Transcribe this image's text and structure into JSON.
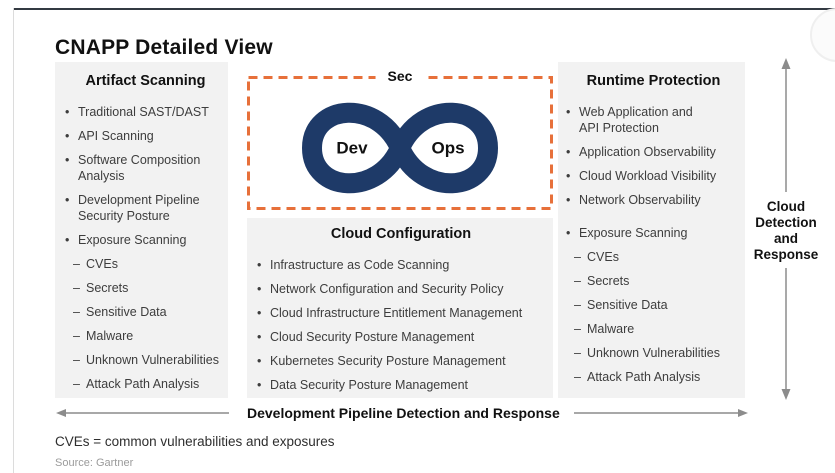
{
  "title": "CNAPP Detailed View",
  "devops": {
    "sec": "Sec",
    "dev": "Dev",
    "ops": "Ops"
  },
  "columns": {
    "artifact_scanning": {
      "title": "Artifact Scanning",
      "items": [
        "Traditional SAST/DAST",
        "API Scanning",
        "Software Composition Analysis",
        "Development Pipeline Security Posture",
        "Exposure Scanning"
      ],
      "sub_items": [
        "CVEs",
        "Secrets",
        "Sensitive Data",
        "Malware",
        "Unknown Vulnerabilities",
        "Attack Path Analysis"
      ]
    },
    "cloud_configuration": {
      "title": "Cloud Configuration",
      "items": [
        "Infrastructure as Code Scanning",
        "Network Configuration and Security Policy",
        "Cloud Infrastructure Entitlement Management",
        "Cloud Security Posture Management",
        "Kubernetes Security Posture Management",
        "Data Security Posture Management"
      ]
    },
    "runtime_protection": {
      "title": "Runtime Protection",
      "items": [
        "Web Application and\nAPI Protection",
        "Application Observability",
        "Cloud Workload Visibility",
        "Network Observability",
        "Exposure Scanning"
      ],
      "sub_items": [
        "CVEs",
        "Secrets",
        "Sensitive Data",
        "Malware",
        "Unknown Vulnerabilities",
        "Attack Path Analysis"
      ]
    }
  },
  "arrows": {
    "bottom_label": "Development Pipeline Detection and Response",
    "right_label_lines": [
      "Cloud",
      "Detection",
      "and",
      "Response"
    ]
  },
  "footnotes": {
    "cve_definition": "CVEs = common vulnerabilities and exposures",
    "source": "Source: Gartner"
  },
  "colors": {
    "accent_orange": "#E7703A",
    "devops_navy": "#1E3A68",
    "panel_gray": "#F2F2F2",
    "arrow_gray": "#8C8C8C",
    "top_rule": "#333A42"
  }
}
